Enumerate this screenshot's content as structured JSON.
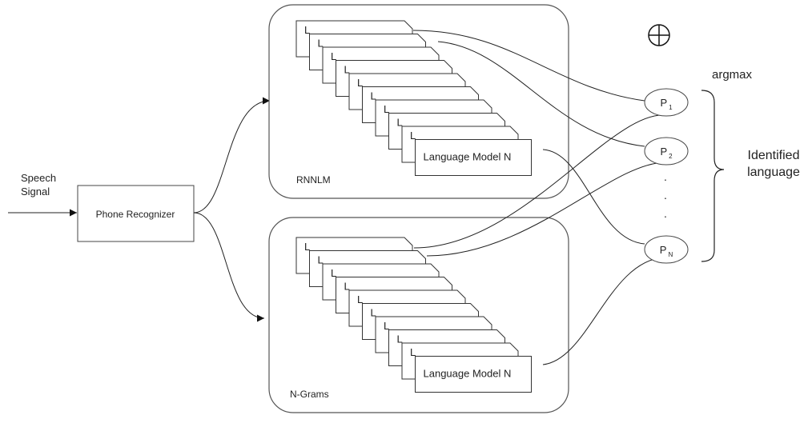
{
  "input": {
    "line1": "Speech",
    "line2": "Signal"
  },
  "recognizer": {
    "label": "Phone Recognizer"
  },
  "groups": [
    {
      "label": "RNNLM",
      "stack_label": "Language Model N",
      "hidden_label": "L"
    },
    {
      "label": "N-Grams",
      "stack_label": "Language Model N",
      "hidden_label": "L"
    }
  ],
  "outputs": {
    "nodes": [
      {
        "main": "P",
        "sub": "1"
      },
      {
        "main": "P",
        "sub": "2"
      },
      {
        "main": "P",
        "sub": "N"
      }
    ],
    "dots": [
      ".",
      ".",
      "."
    ]
  },
  "combine_icon": "circle-plus-icon",
  "argmax": {
    "label": "argmax"
  },
  "result": {
    "line1": "Identified",
    "line2": "language"
  }
}
